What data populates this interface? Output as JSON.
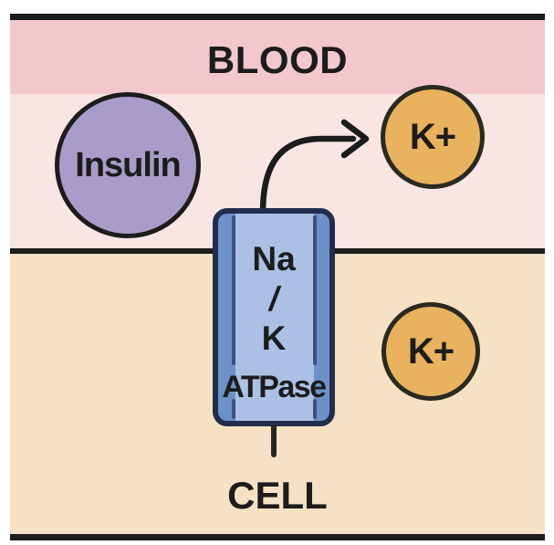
{
  "diagram": {
    "blood_region_label": "BLOOD",
    "cell_region_label": "CELL",
    "insulin_label": "Insulin",
    "potassium_blood_label": "K+",
    "potassium_cell_label": "K+",
    "pump": {
      "line1": "Na",
      "line2": "/",
      "line3": "K",
      "line4": "ATPase"
    }
  },
  "colors": {
    "ink": "#1c1c1c",
    "blood_band": "#f2c8cc",
    "blood_light": "#f9e5e4",
    "cell_bg": "#f6e1c4",
    "insulin_fill": "#a89dc8",
    "potassium_fill": "#e9b25e",
    "potassium_stroke": "#2a2a20",
    "pump_fill": "#6e91c9",
    "pump_panel": "#abc0e4",
    "pump_border": "#232c4e",
    "pump_groove": "#3c5080"
  }
}
